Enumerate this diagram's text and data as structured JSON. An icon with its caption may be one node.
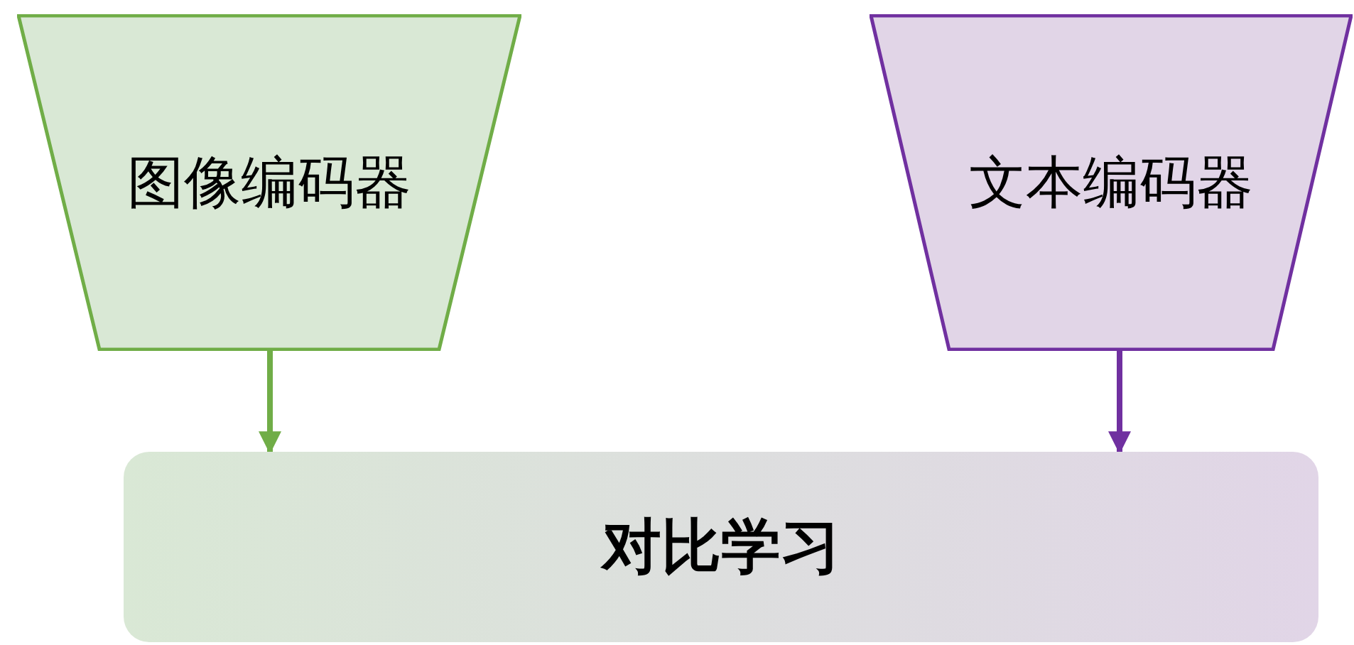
{
  "diagram": {
    "nodes": [
      {
        "text": [
          "图像编码器"
        ]
      },
      {
        "text": [
          "文本编码器"
        ]
      },
      {
        "text": [
          "对比学习"
        ]
      }
    ],
    "edges": [
      {
        "from": 0,
        "to": 2,
        "arrow": "to",
        "color": "#70ad47"
      },
      {
        "from": 1,
        "to": 2,
        "arrow": "to",
        "color": "#7030a0"
      }
    ]
  }
}
